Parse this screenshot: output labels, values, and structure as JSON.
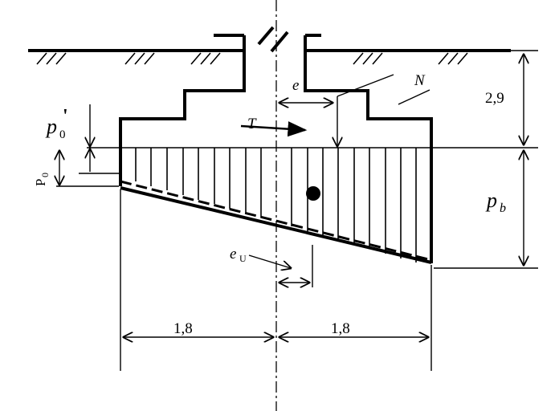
{
  "labels": {
    "depth": "2,9",
    "p0_prime_base": "p",
    "p0_prime_sub": "0",
    "p0_prime_mark": "'",
    "p0_upright": "P",
    "p0_upright_sub": "0",
    "pb_base": "p",
    "pb_sub": "b",
    "e": "e",
    "N": "N",
    "T": "T",
    "eu_base": "e",
    "eu_sub": "U",
    "width_left": "1,8",
    "width_right": "1,8"
  }
}
